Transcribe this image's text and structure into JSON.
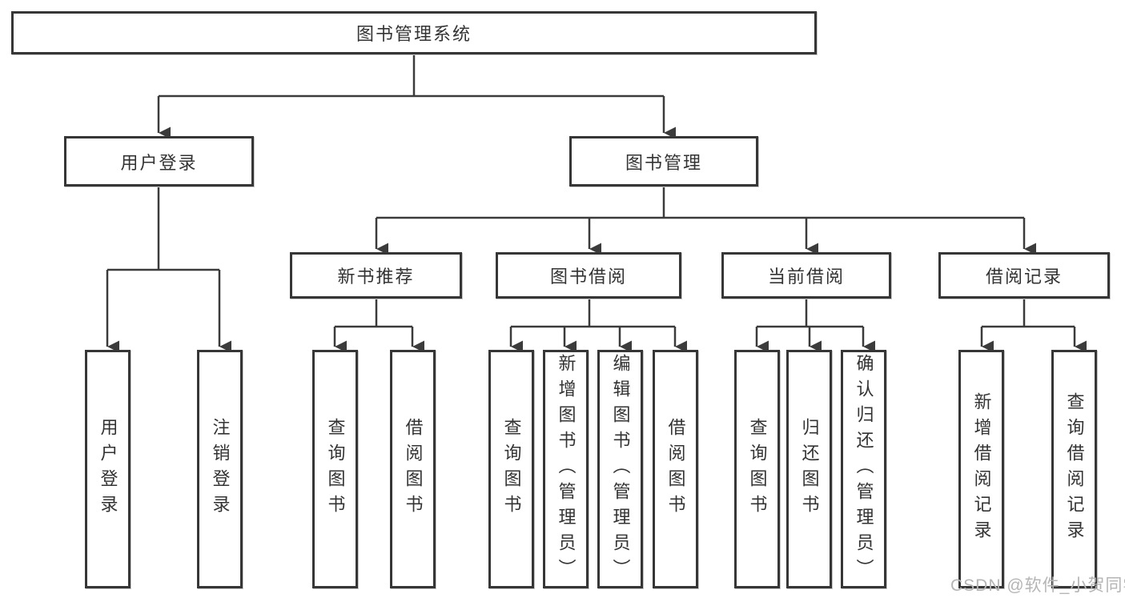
{
  "diagram": {
    "root": {
      "label": "图书管理系统"
    },
    "branches": [
      {
        "label": "用户登录",
        "children": [
          {
            "label": "用户登录"
          },
          {
            "label": "注销登录"
          }
        ]
      },
      {
        "label": "图书管理",
        "children": [
          {
            "label": "新书推荐",
            "children": [
              {
                "label": "查询图书"
              },
              {
                "label": "借阅图书"
              }
            ]
          },
          {
            "label": "图书借阅",
            "children": [
              {
                "label": "查询图书"
              },
              {
                "label": "新增图书（管理员）"
              },
              {
                "label": "编辑图书（管理员）"
              },
              {
                "label": "借阅图书"
              }
            ]
          },
          {
            "label": "当前借阅",
            "children": [
              {
                "label": "查询图书"
              },
              {
                "label": "归还图书"
              },
              {
                "label": "确认归还（管理员）"
              }
            ]
          },
          {
            "label": "借阅记录",
            "children": [
              {
                "label": "新增借阅记录"
              },
              {
                "label": "查询借阅记录"
              }
            ]
          }
        ]
      }
    ]
  },
  "watermark": "CSDN @软件_小贺同学",
  "colors": {
    "line": "#3b3b3b",
    "box_border": "#363636",
    "text": "#333333",
    "watermark": "#b5b5b5",
    "background": "#ffffff"
  }
}
